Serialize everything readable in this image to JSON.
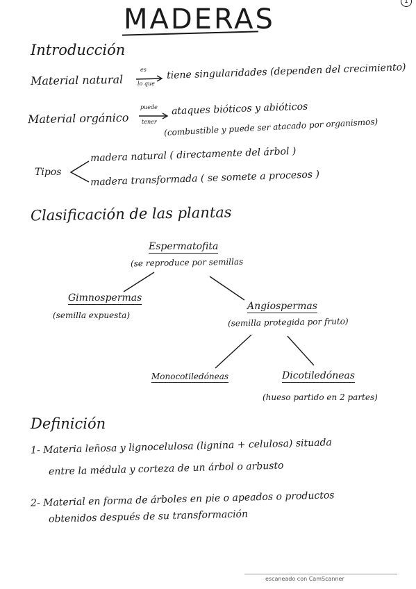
{
  "title": "MADERAS",
  "page_number": "1",
  "intro": {
    "heading": "Introducción",
    "line1_left": "Material natural",
    "line1_arrow_top": "es",
    "line1_arrow_bottom": "lo que",
    "line1_right": "tiene singularidades (dependen del crecimiento)",
    "line2_left": "Material orgánico",
    "line2_arrow_top": "puede",
    "line2_arrow_bottom": "tener",
    "line2_right": "ataques bióticos y abióticos",
    "line2_sub": "(combustible y puede ser atacado por organismos)",
    "tipos_label": "Tipos",
    "tipos_item1": "madera natural ( directamente del árbol )",
    "tipos_item2": "madera transformada ( se somete a procesos )"
  },
  "classification": {
    "heading": "Clasificación de las plantas",
    "root_title": "Espermatofita",
    "root_sub": "(se reproduce por semillas",
    "left_title": "Gimnospermas",
    "left_sub": "(semilla expuesta)",
    "right_title": "Angiospermas",
    "right_sub": "(semilla protegida por fruto)",
    "rl_title": "Monocotiledóneas",
    "rr_title": "Dicotiledóneas",
    "rr_sub": "(hueso partido en 2 partes)"
  },
  "definition": {
    "heading": "Definición",
    "item1_line1": "1- Materia leñosa y lignocelulosa (lignina + celulosa) situada",
    "item1_line2": "entre la médula y corteza de un árbol o arbusto",
    "item2_line1": "2- Material en forma de árboles en pie o apeados o productos",
    "item2_line2": "obtenidos después de su transformación"
  },
  "footer": "escaneado con CamScanner"
}
